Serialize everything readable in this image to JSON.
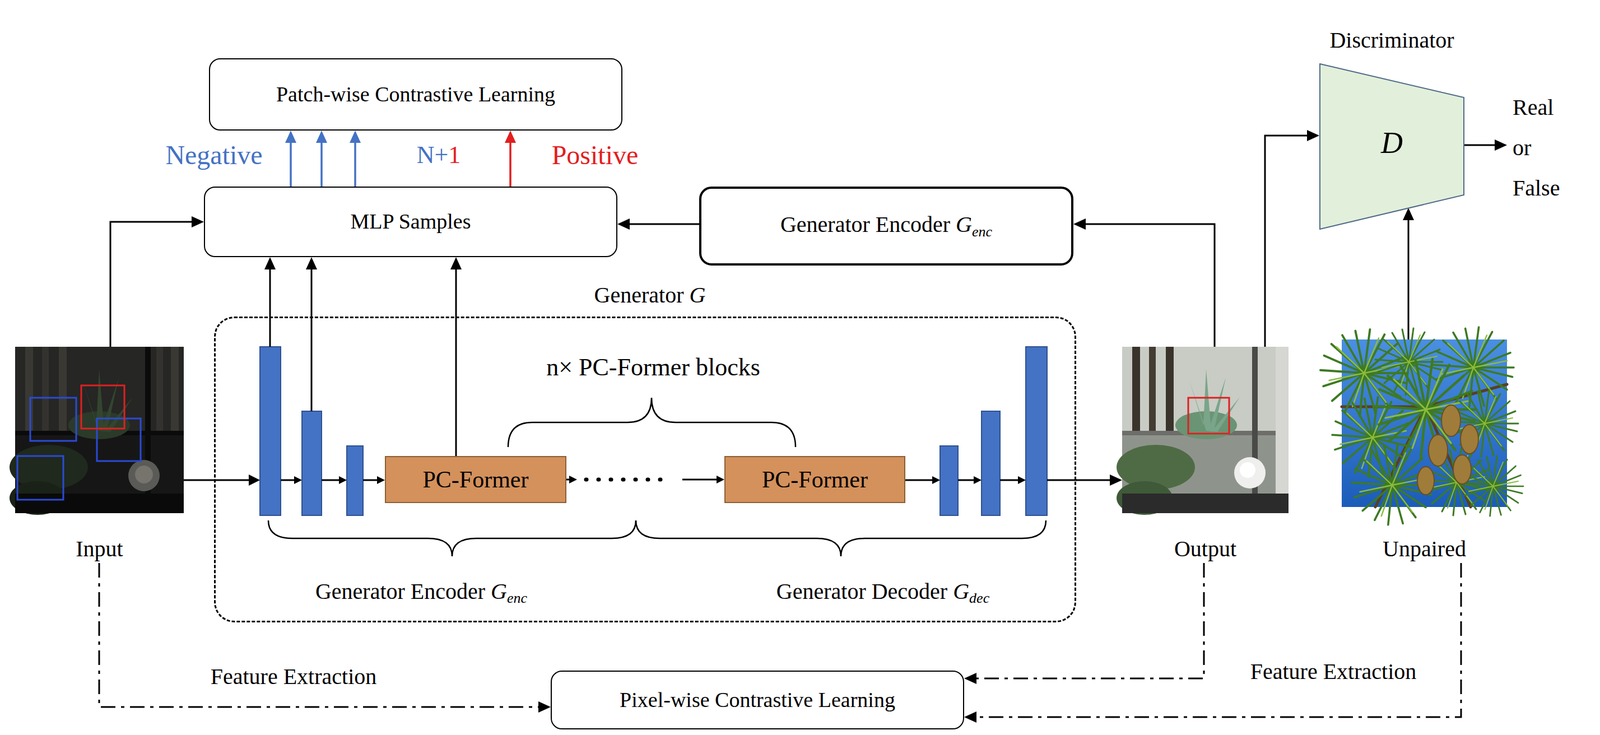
{
  "diagram": {
    "nodes": [
      {
        "text": [
          "Patch-wise Contrastive Learning"
        ]
      },
      {
        "text": [
          "Discriminator",
          "D"
        ]
      },
      {
        "text": [
          "MLP Samples"
        ]
      },
      {
        "text": [
          "Generator Encoder Genc"
        ]
      },
      {
        "text": [
          "Input"
        ]
      },
      {
        "text": [
          "Generator G"
        ]
      },
      {
        "text": [
          "PC-Former"
        ],
        "in": 5
      },
      {
        "text": [
          "PC-Former"
        ],
        "in": 5
      },
      {
        "text": [
          "Output"
        ]
      },
      {
        "text": [
          "Unpaired"
        ]
      },
      {
        "text": [
          "Pixel-wise Contrastive Learning"
        ]
      }
    ],
    "edges": [
      {
        "from": 2,
        "to": 0,
        "arrow": "to"
      },
      {
        "from": 2,
        "to": 0,
        "arrow": "to"
      },
      {
        "from": 2,
        "to": 0,
        "arrow": "to"
      },
      {
        "from": 2,
        "to": 0,
        "arrow": "to"
      },
      {
        "from": 4,
        "to": 2,
        "arrow": "to"
      },
      {
        "from": 6,
        "to": 2,
        "arrow": "to"
      },
      {
        "from": 6,
        "to": 7,
        "arrow": "to"
      },
      {
        "from": 3,
        "to": 2,
        "arrow": "to"
      },
      {
        "from": 8,
        "to": 3,
        "arrow": "to"
      },
      {
        "from": 8,
        "to": 1,
        "arrow": "to"
      },
      {
        "from": 9,
        "to": 1,
        "arrow": "to"
      },
      {
        "from": 4,
        "to": 5,
        "arrow": "none"
      },
      {
        "from": 5,
        "to": 8,
        "arrow": "to"
      },
      {
        "from": 4,
        "to": 10,
        "arrow": "to"
      },
      {
        "from": 8,
        "to": 10,
        "arrow": "to"
      },
      {
        "from": 9,
        "to": 10,
        "arrow": "to"
      }
    ],
    "labels": [
      "Negative",
      "N+1",
      "Positive",
      "n× PC-Former blocks",
      "Generator Encoder Genc",
      "Generator Decoder Gdec",
      "Feature Extraction",
      "Feature Extraction",
      "Real or False"
    ]
  }
}
